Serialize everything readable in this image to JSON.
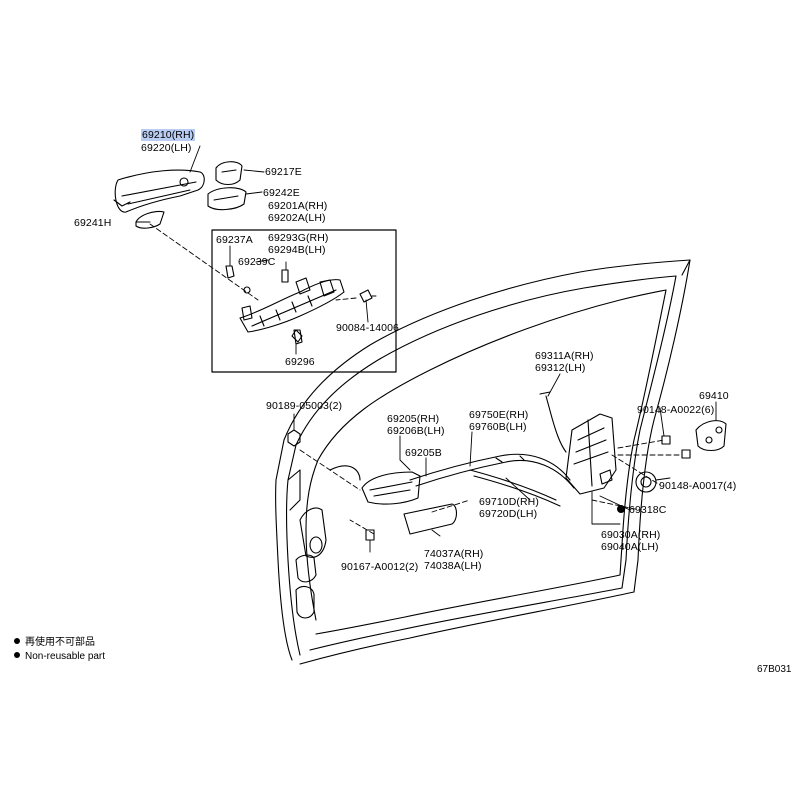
{
  "labels": {
    "p69210": "69210(RH)",
    "p69220": "69220(LH)",
    "p69217e": "69217E",
    "p69242e": "69242E",
    "p69241h": "69241H",
    "p69201a": "69201A(RH)",
    "p69202a": "69202A(LH)",
    "p69237a": "69237A",
    "p69293g": "69293G(RH)",
    "p69294b": "69294B(LH)",
    "p69239c": "69239C",
    "p90084": "90084-14006",
    "p69296": "69296",
    "p90189": "90189-05003(2)",
    "p69205": "69205(RH)",
    "p69206b": "69206B(LH)",
    "p69205b": "69205B",
    "p69750e": "69750E(RH)",
    "p69760b": "69760B(LH)",
    "p69311a": "69311A(RH)",
    "p69312": "69312(LH)",
    "p69410": "69410",
    "p90148_0022": "90148-A0022(6)",
    "p90148_0017": "90148-A0017(4)",
    "p69318c": "69318C",
    "p69710d": "69710D(RH)",
    "p69720d": "69720D(LH)",
    "p69030a": "69030A(RH)",
    "p69040a": "69040A(LH)",
    "p90167": "90167-A0012(2)",
    "p74037a": "74037A(RH)",
    "p74038a": "74038A(LH)"
  },
  "legend": {
    "line1": "再使用不可部品",
    "line2": "Non-reusable part"
  },
  "figure_code": "67B031",
  "colors": {
    "highlight": "#b9cdf3",
    "line": "#000000"
  }
}
